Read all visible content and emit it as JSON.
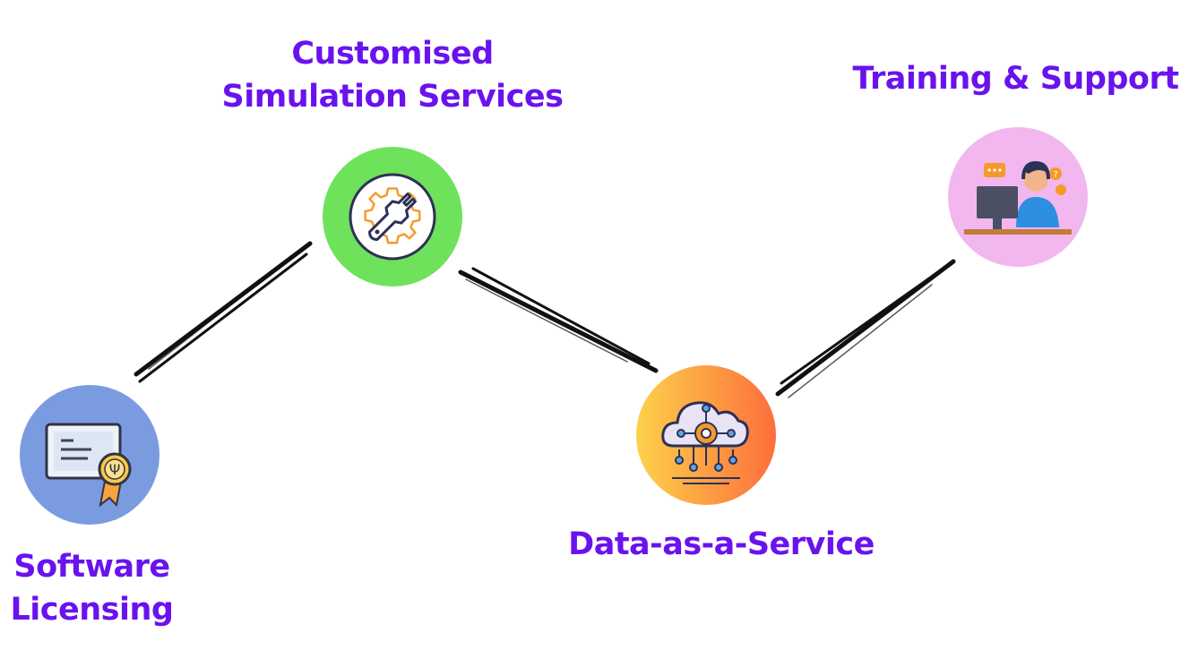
{
  "stages": [
    {
      "id": "software-licensing",
      "lines": [
        "Software",
        "Licensing"
      ],
      "icon": "certificate-icon",
      "color": "#7a9be0"
    },
    {
      "id": "customised-simulation",
      "lines": [
        "Customised",
        "Simulation Services"
      ],
      "icon": "wrench-gear-icon",
      "color": "#6fe25c"
    },
    {
      "id": "data-as-a-service",
      "lines": [
        "Data-as-a-Service"
      ],
      "icon": "cloud-network-icon",
      "color_start": "#fdd14a",
      "color_end": "#fd6e3c"
    },
    {
      "id": "training-support",
      "lines": [
        "Training & Support"
      ],
      "icon": "support-agent-icon",
      "color": "#f1b7ee"
    }
  ],
  "text_color": "#6a12ee",
  "connector_color": "#111111"
}
